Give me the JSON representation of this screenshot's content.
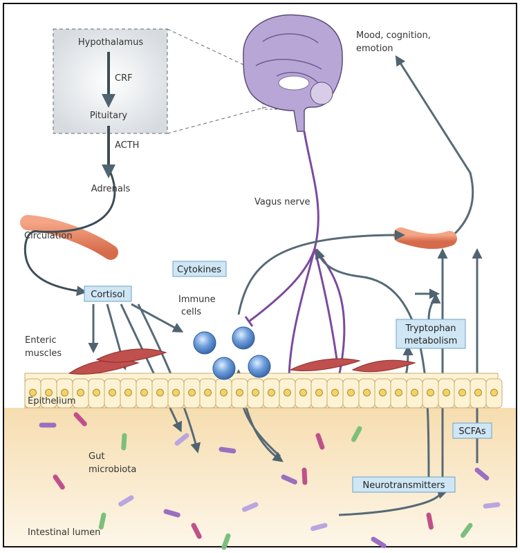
{
  "hpa": {
    "hypothalamus": "Hypothalamus",
    "crf": "CRF",
    "pituitary": "Pituitary",
    "acth": "ACTH",
    "adrenals": "Adrenals"
  },
  "labels": {
    "circulation": "Circulation",
    "cortisol": "Cortisol",
    "cytokines": "Cytokines",
    "immune_cells_1": "Immune",
    "immune_cells_2": "cells",
    "vagus_nerve": "Vagus nerve",
    "mood_1": "Mood, cognition,",
    "mood_2": "emotion",
    "enteric_1": "Enteric",
    "enteric_2": "muscles",
    "epithelium": "Epithelium",
    "gut_microbiota_1": "Gut",
    "gut_microbiota_2": "microbiota",
    "intestinal_lumen": "Intestinal lumen",
    "tryptophan_1": "Tryptophan",
    "tryptophan_2": "metabolism",
    "scfas": "SCFAs",
    "neurotransmitters": "Neurotransmitters"
  },
  "colors": {
    "arrow": "#566a76",
    "vagus": "#7b4a9e",
    "vessel": "#e8896a",
    "label_box": "#cfe6f5",
    "label_box_border": "#6aa2c8",
    "immune_cell": "#5b8fd0",
    "lumen": "#fbedd0",
    "brain": "#b7a6d6"
  }
}
